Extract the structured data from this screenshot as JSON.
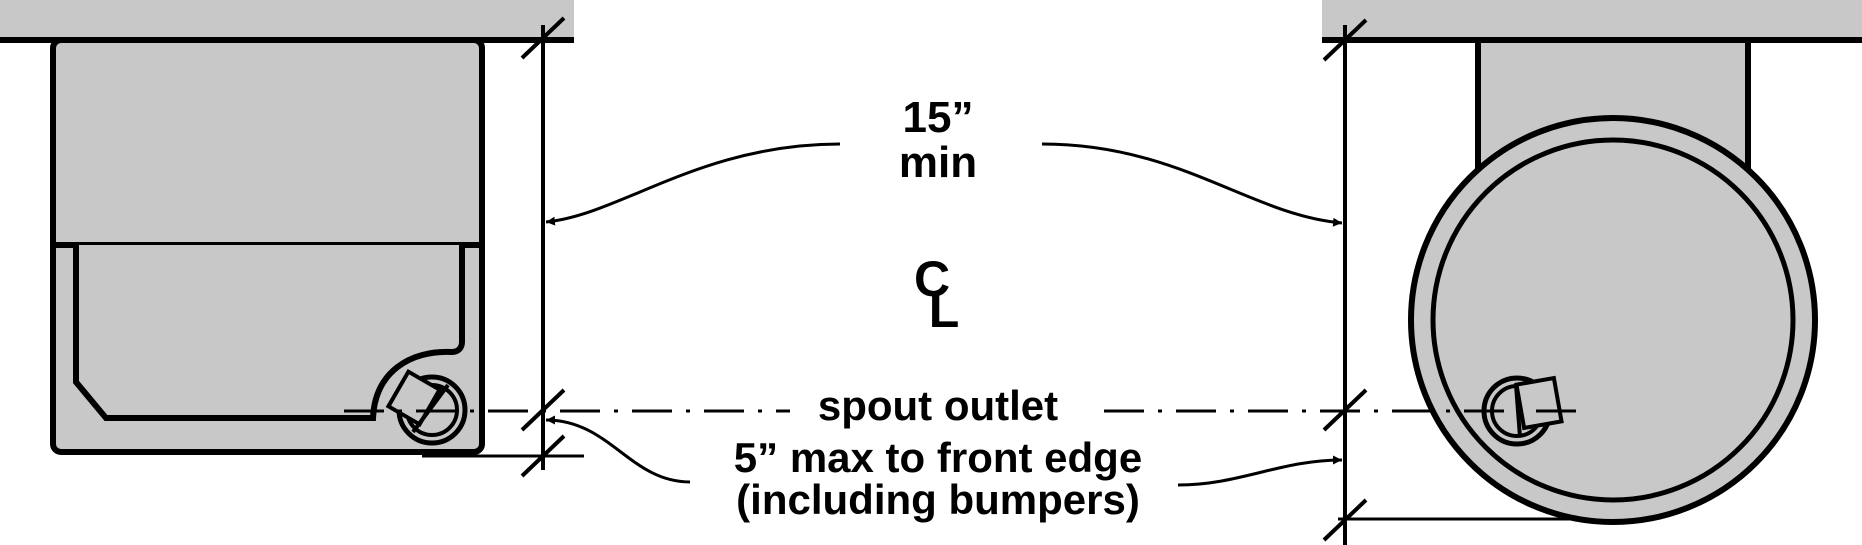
{
  "labels": {
    "clearance_value": "15”",
    "clearance_unit": "min",
    "centerline_c": "C",
    "centerline_l": "L",
    "spout_outlet": "spout outlet",
    "max_to_front_line1": "5” max to front edge",
    "max_to_front_line2": "(including bumpers)"
  },
  "colors": {
    "fixture_gray": "#c8c8c8",
    "line": "#000000",
    "background": "#ffffff"
  }
}
